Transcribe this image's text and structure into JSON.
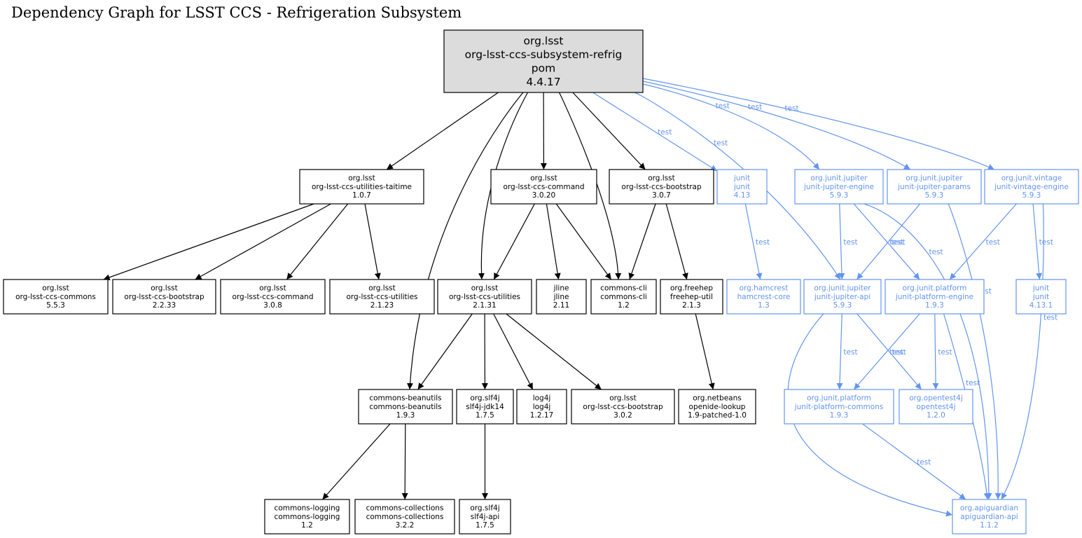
{
  "title": "Dependency Graph for LSST CCS - Refrigeration Subsystem",
  "colors": {
    "test": "#6495ed",
    "normal": "#000000",
    "root_fill": "#dcdcdc"
  },
  "nodes": [
    {
      "id": "root",
      "lines": [
        "org.lsst",
        "org-lsst-ccs-subsystem-refrig",
        "pom",
        "4.4.17"
      ],
      "kind": "root"
    },
    {
      "id": "taitime",
      "lines": [
        "org.lsst",
        "org-lsst-ccs-utilities-taitime",
        "1.0.7"
      ],
      "kind": "normal"
    },
    {
      "id": "command3020",
      "lines": [
        "org.lsst",
        "org-lsst-ccs-command",
        "3.0.20"
      ],
      "kind": "normal"
    },
    {
      "id": "bootstrap307",
      "lines": [
        "org.lsst",
        "org-lsst-ccs-bootstrap",
        "3.0.7"
      ],
      "kind": "normal"
    },
    {
      "id": "junit413",
      "lines": [
        "junit",
        "junit",
        "4.13"
      ],
      "kind": "test"
    },
    {
      "id": "jupengine",
      "lines": [
        "org.junit.jupiter",
        "junit-jupiter-engine",
        "5.9.3"
      ],
      "kind": "test"
    },
    {
      "id": "jupparams",
      "lines": [
        "org.junit.jupiter",
        "junit-jupiter-params",
        "5.9.3"
      ],
      "kind": "test"
    },
    {
      "id": "vintage",
      "lines": [
        "org.junit.vintage",
        "junit-vintage-engine",
        "5.9.3"
      ],
      "kind": "test"
    },
    {
      "id": "commons553",
      "lines": [
        "org.lsst",
        "org-lsst-ccs-commons",
        "5.5.3"
      ],
      "kind": "normal"
    },
    {
      "id": "bootstrap2233",
      "lines": [
        "org.lsst",
        "org-lsst-ccs-bootstrap",
        "2.2.33"
      ],
      "kind": "normal"
    },
    {
      "id": "command308",
      "lines": [
        "org.lsst",
        "org-lsst-ccs-command",
        "3.0.8"
      ],
      "kind": "normal"
    },
    {
      "id": "utilities2123",
      "lines": [
        "org.lsst",
        "org-lsst-ccs-utilities",
        "2.1.23"
      ],
      "kind": "normal"
    },
    {
      "id": "utilities2131",
      "lines": [
        "org.lsst",
        "org-lsst-ccs-utilities",
        "2.1.31"
      ],
      "kind": "normal"
    },
    {
      "id": "jline",
      "lines": [
        "jline",
        "jline",
        "2.11"
      ],
      "kind": "normal"
    },
    {
      "id": "commonscli",
      "lines": [
        "commons-cli",
        "commons-cli",
        "1.2"
      ],
      "kind": "normal"
    },
    {
      "id": "freehep",
      "lines": [
        "org.freehep",
        "freehep-util",
        "2.1.3"
      ],
      "kind": "normal"
    },
    {
      "id": "hamcrest",
      "lines": [
        "org.hamcrest",
        "hamcrest-core",
        "1.3"
      ],
      "kind": "test"
    },
    {
      "id": "jupapi",
      "lines": [
        "org.junit.jupiter",
        "junit-jupiter-api",
        "5.9.3"
      ],
      "kind": "test"
    },
    {
      "id": "platengine",
      "lines": [
        "org.junit.platform",
        "junit-platform-engine",
        "1.9.3"
      ],
      "kind": "test"
    },
    {
      "id": "junit4131",
      "lines": [
        "junit",
        "junit",
        "4.13.1"
      ],
      "kind": "test"
    },
    {
      "id": "beanutils",
      "lines": [
        "commons-beanutils",
        "commons-beanutils",
        "1.9.3"
      ],
      "kind": "normal"
    },
    {
      "id": "slf4jjdk14",
      "lines": [
        "org.slf4j",
        "slf4j-jdk14",
        "1.7.5"
      ],
      "kind": "normal"
    },
    {
      "id": "log4j",
      "lines": [
        "log4j",
        "log4j",
        "1.2.17"
      ],
      "kind": "normal"
    },
    {
      "id": "bootstrap302",
      "lines": [
        "org.lsst",
        "org-lsst-ccs-bootstrap",
        "3.0.2"
      ],
      "kind": "normal"
    },
    {
      "id": "openide",
      "lines": [
        "org.netbeans",
        "openide-lookup",
        "1.9-patched-1.0"
      ],
      "kind": "normal"
    },
    {
      "id": "platcommons",
      "lines": [
        "org.junit.platform",
        "junit-platform-commons",
        "1.9.3"
      ],
      "kind": "test"
    },
    {
      "id": "opentest4j",
      "lines": [
        "org.opentest4j",
        "opentest4j",
        "1.2.0"
      ],
      "kind": "test"
    },
    {
      "id": "commonslogging",
      "lines": [
        "commons-logging",
        "commons-logging",
        "1.2"
      ],
      "kind": "normal"
    },
    {
      "id": "commonscollections",
      "lines": [
        "commons-collections",
        "commons-collections",
        "3.2.2"
      ],
      "kind": "normal"
    },
    {
      "id": "slf4japi",
      "lines": [
        "org.slf4j",
        "slf4j-api",
        "1.7.5"
      ],
      "kind": "normal"
    },
    {
      "id": "apiguardian",
      "lines": [
        "org.apiguardian",
        "apiguardian-api",
        "1.1.2"
      ],
      "kind": "test"
    }
  ],
  "edges": [
    {
      "from": "root",
      "to": "taitime",
      "kind": "normal",
      "label": ""
    },
    {
      "from": "root",
      "to": "command3020",
      "kind": "normal",
      "label": ""
    },
    {
      "from": "root",
      "to": "bootstrap307",
      "kind": "normal",
      "label": ""
    },
    {
      "from": "root",
      "to": "utilities2131",
      "kind": "normal",
      "label": ""
    },
    {
      "from": "root",
      "to": "beanutils",
      "kind": "normal",
      "label": ""
    },
    {
      "from": "root",
      "to": "commonscli",
      "kind": "normal",
      "label": ""
    },
    {
      "from": "root",
      "to": "junit413",
      "kind": "test",
      "label": "test"
    },
    {
      "from": "root",
      "to": "jupapi",
      "kind": "test",
      "label": "test"
    },
    {
      "from": "root",
      "to": "jupengine",
      "kind": "test",
      "label": "test"
    },
    {
      "from": "root",
      "to": "jupparams",
      "kind": "test",
      "label": "test"
    },
    {
      "from": "root",
      "to": "vintage",
      "kind": "test",
      "label": "test"
    },
    {
      "from": "taitime",
      "to": "commons553",
      "kind": "normal",
      "label": ""
    },
    {
      "from": "taitime",
      "to": "bootstrap2233",
      "kind": "normal",
      "label": ""
    },
    {
      "from": "taitime",
      "to": "command308",
      "kind": "normal",
      "label": ""
    },
    {
      "from": "taitime",
      "to": "utilities2123",
      "kind": "normal",
      "label": ""
    },
    {
      "from": "command3020",
      "to": "utilities2131",
      "kind": "normal",
      "label": ""
    },
    {
      "from": "command3020",
      "to": "jline",
      "kind": "normal",
      "label": ""
    },
    {
      "from": "command3020",
      "to": "commonscli",
      "kind": "normal",
      "label": ""
    },
    {
      "from": "bootstrap307",
      "to": "commonscli",
      "kind": "normal",
      "label": ""
    },
    {
      "from": "bootstrap307",
      "to": "freehep",
      "kind": "normal",
      "label": ""
    },
    {
      "from": "junit413",
      "to": "hamcrest",
      "kind": "test",
      "label": "test"
    },
    {
      "from": "jupengine",
      "to": "jupapi",
      "kind": "test",
      "label": "test"
    },
    {
      "from": "jupengine",
      "to": "platengine",
      "kind": "test",
      "label": "test"
    },
    {
      "from": "jupengine",
      "to": "apiguardian",
      "kind": "test",
      "label": "test"
    },
    {
      "from": "jupparams",
      "to": "jupapi",
      "kind": "test",
      "label": "test"
    },
    {
      "from": "jupparams",
      "to": "apiguardian",
      "kind": "test",
      "label": "test"
    },
    {
      "from": "vintage",
      "to": "platengine",
      "kind": "test",
      "label": "test"
    },
    {
      "from": "vintage",
      "to": "junit4131",
      "kind": "test",
      "label": "test"
    },
    {
      "from": "vintage",
      "to": "apiguardian",
      "kind": "test",
      "label": "test"
    },
    {
      "from": "utilities2131",
      "to": "beanutils",
      "kind": "normal",
      "label": ""
    },
    {
      "from": "utilities2131",
      "to": "slf4jjdk14",
      "kind": "normal",
      "label": ""
    },
    {
      "from": "utilities2131",
      "to": "log4j",
      "kind": "normal",
      "label": ""
    },
    {
      "from": "utilities2131",
      "to": "bootstrap302",
      "kind": "normal",
      "label": ""
    },
    {
      "from": "freehep",
      "to": "openide",
      "kind": "normal",
      "label": ""
    },
    {
      "from": "jupapi",
      "to": "platcommons",
      "kind": "test",
      "label": "test"
    },
    {
      "from": "jupapi",
      "to": "opentest4j",
      "kind": "test",
      "label": "test"
    },
    {
      "from": "jupapi",
      "to": "apiguardian",
      "kind": "test",
      "label": "test"
    },
    {
      "from": "platengine",
      "to": "platcommons",
      "kind": "test",
      "label": "test"
    },
    {
      "from": "platengine",
      "to": "opentest4j",
      "kind": "test",
      "label": "test"
    },
    {
      "from": "platengine",
      "to": "apiguardian",
      "kind": "test",
      "label": "test"
    },
    {
      "from": "beanutils",
      "to": "commonslogging",
      "kind": "normal",
      "label": ""
    },
    {
      "from": "beanutils",
      "to": "commonscollections",
      "kind": "normal",
      "label": ""
    },
    {
      "from": "slf4jjdk14",
      "to": "slf4japi",
      "kind": "normal",
      "label": ""
    },
    {
      "from": "platcommons",
      "to": "apiguardian",
      "kind": "test",
      "label": "test"
    }
  ]
}
